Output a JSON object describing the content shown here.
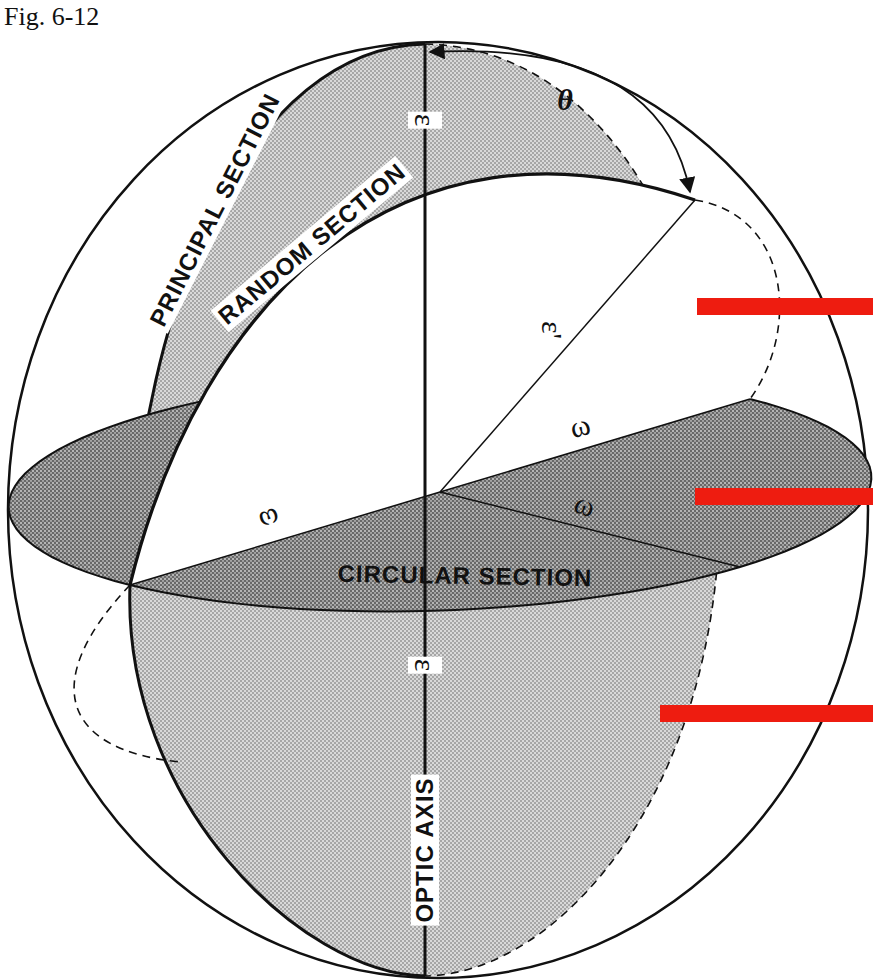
{
  "diagram": {
    "title": "Fig. 6-12",
    "labels": [
      "θ",
      "ε",
      "PRINCIPAL SECTION",
      "RANDOM SECTION",
      "ε'",
      "ω",
      "ω",
      "ω",
      "CIRCULAR SECTION",
      "ε",
      "OPTIC AXIS"
    ]
  }
}
